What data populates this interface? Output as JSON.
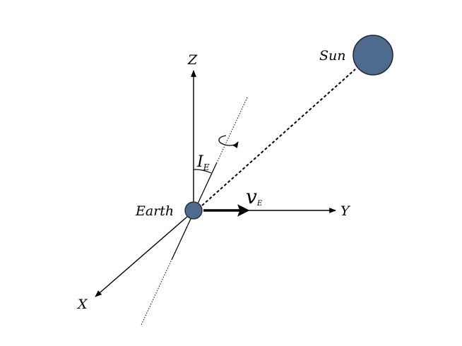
{
  "labels": {
    "z_axis": "Z",
    "y_axis": "Y",
    "x_axis": "X",
    "sun": "Sun",
    "earth": "Earth",
    "inclination_main": "I",
    "inclination_sub": "E",
    "velocity_main": "v",
    "velocity_sub": "E"
  },
  "colors": {
    "body_fill": "#4e6a8f",
    "body_stroke": "#1c2530",
    "line": "#000000"
  }
}
